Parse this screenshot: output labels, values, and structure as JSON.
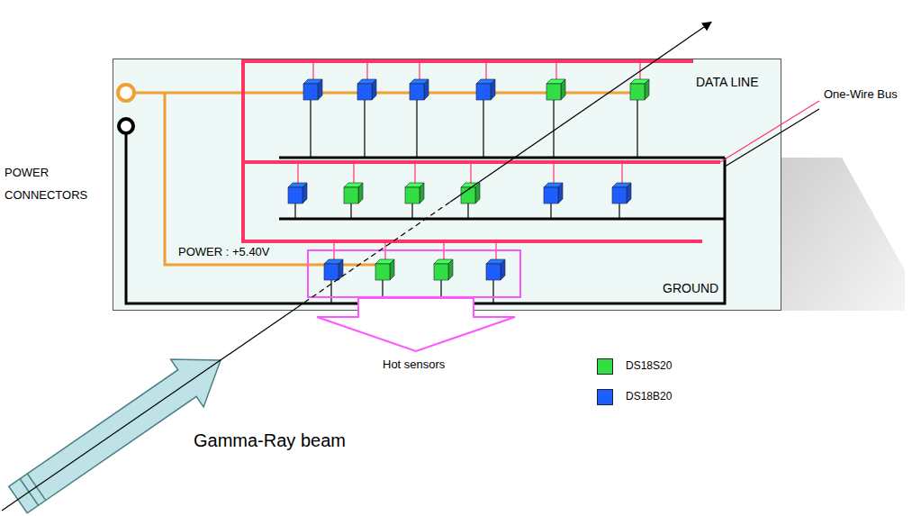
{
  "diagram": {
    "nodes": [
      {
        "text": [
          "DATA LINE",
          "POWER : +5.40V",
          "GROUND"
        ]
      }
    ],
    "labels": [
      "One-Wire Bus",
      "POWER CONNECTORS",
      "Hot sensors",
      "Gamma-Ray beam"
    ],
    "legend": [
      {
        "text": "DS18S20",
        "color": "#33dd44"
      },
      {
        "text": "DS18B20",
        "color": "#1e5eff"
      }
    ]
  }
}
